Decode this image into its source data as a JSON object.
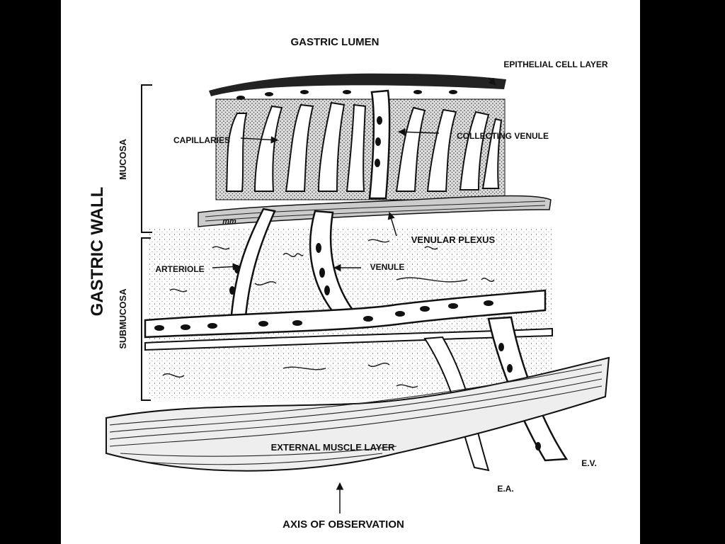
{
  "title": "GASTRIC LUMEN",
  "side_title": "GASTRIC WALL",
  "labels": {
    "epithelial": "EPITHELIAL CELL LAYER",
    "capillaries": "CAPILLARIES",
    "collecting_venule": "COLLECTING VENULE",
    "mucosa": "MUCOSA",
    "mm": "mm",
    "venular_plexus": "VENULAR PLEXUS",
    "arteriole": "ARTERIOLE",
    "venule": "VENULE",
    "submucosa": "SUBMUCOSA",
    "external_muscle": "EXTERNAL MUSCLE LAYER",
    "ev": "E.V.",
    "ea": "E.A.",
    "axis": "AXIS OF OBSERVATION"
  }
}
